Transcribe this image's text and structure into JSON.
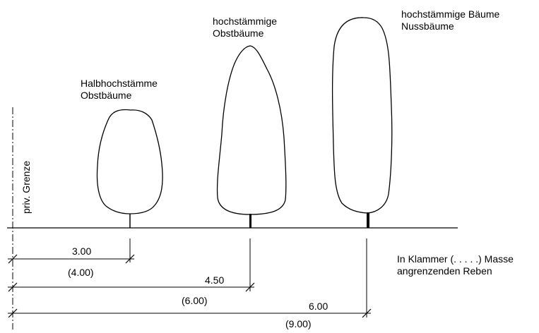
{
  "boundary_label": "priv. Grenze",
  "trees": [
    {
      "label_lines": [
        "Halbhochstämme",
        "Obstbäume"
      ]
    },
    {
      "label_lines": [
        "hochstämmige",
        "Obstbäume"
      ]
    },
    {
      "label_lines": [
        "hochstämmige Bäume",
        "Nussbäume"
      ]
    }
  ],
  "dimensions": [
    {
      "value": "3.00",
      "bracket": "(4.00)"
    },
    {
      "value": "4.50",
      "bracket": "(6.00)"
    },
    {
      "value": "6.00",
      "bracket": "(9.00)"
    }
  ],
  "note_lines": [
    "In Klammer (. . . . .) Masse",
    "angrenzenden Reben"
  ]
}
